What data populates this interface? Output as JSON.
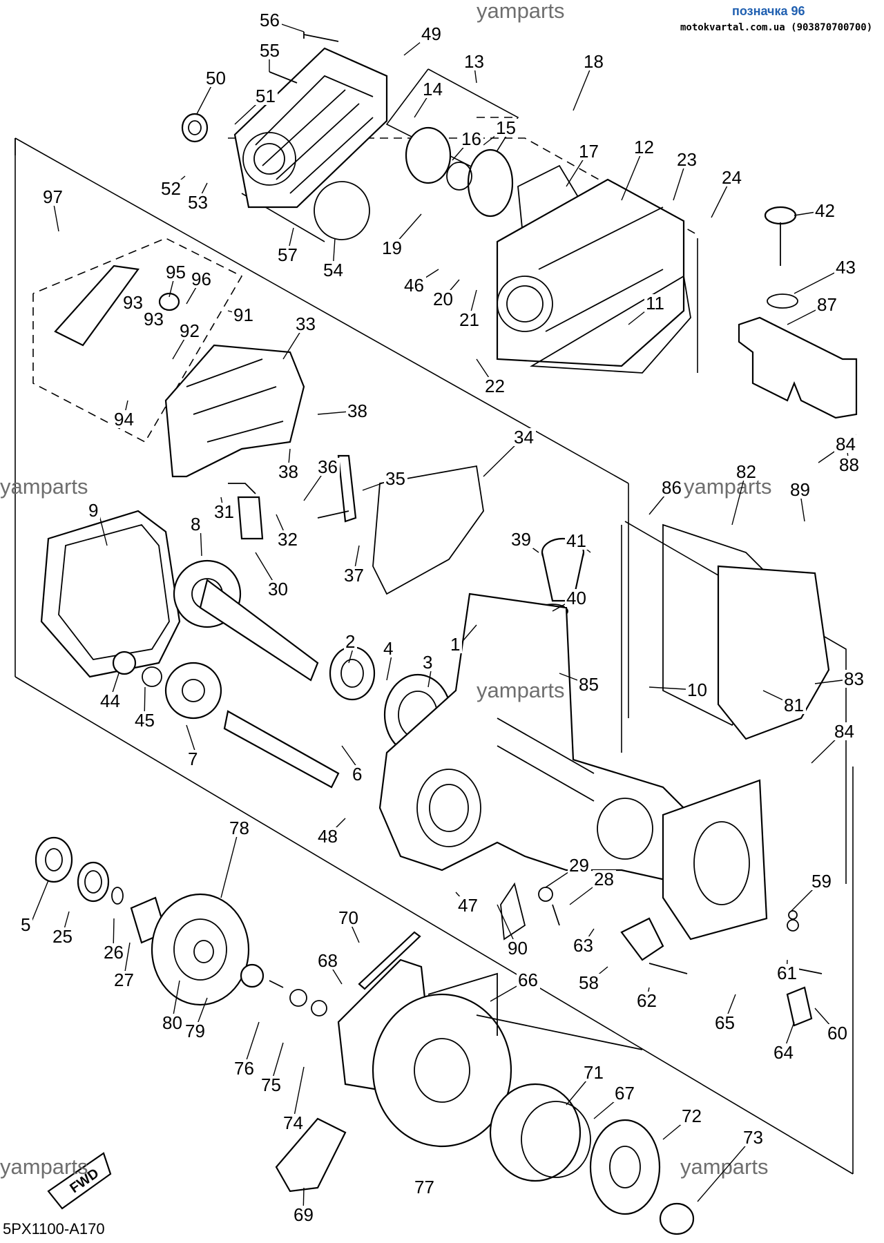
{
  "header": {
    "label": "позначка 96",
    "source": "motokvartal.com.ua (903870700700)"
  },
  "watermarks": [
    "yamparts",
    "yamparts",
    "yamparts",
    "yamparts",
    "yamparts"
  ],
  "diagram_code": "5PX1100-A170",
  "fwd_label": "FWD",
  "callouts": [
    "1",
    "2",
    "3",
    "4",
    "5",
    "6",
    "7",
    "8",
    "9",
    "10",
    "11",
    "12",
    "13",
    "14",
    "15",
    "16",
    "17",
    "18",
    "19",
    "20",
    "21",
    "22",
    "23",
    "24",
    "25",
    "26",
    "27",
    "28",
    "29",
    "30",
    "31",
    "32",
    "33",
    "34",
    "35",
    "36",
    "37",
    "38",
    "38",
    "39",
    "40",
    "41",
    "42",
    "43",
    "44",
    "45",
    "46",
    "47",
    "48",
    "49",
    "50",
    "51",
    "52",
    "53",
    "54",
    "55",
    "56",
    "57",
    "58",
    "59",
    "60",
    "61",
    "62",
    "63",
    "64",
    "65",
    "66",
    "67",
    "68",
    "69",
    "70",
    "71",
    "72",
    "73",
    "74",
    "75",
    "76",
    "77",
    "78",
    "79",
    "80",
    "81",
    "82",
    "83",
    "84",
    "84",
    "85",
    "86",
    "87",
    "88",
    "89",
    "90",
    "91",
    "92",
    "93",
    "93",
    "94",
    "95",
    "96",
    "97"
  ]
}
